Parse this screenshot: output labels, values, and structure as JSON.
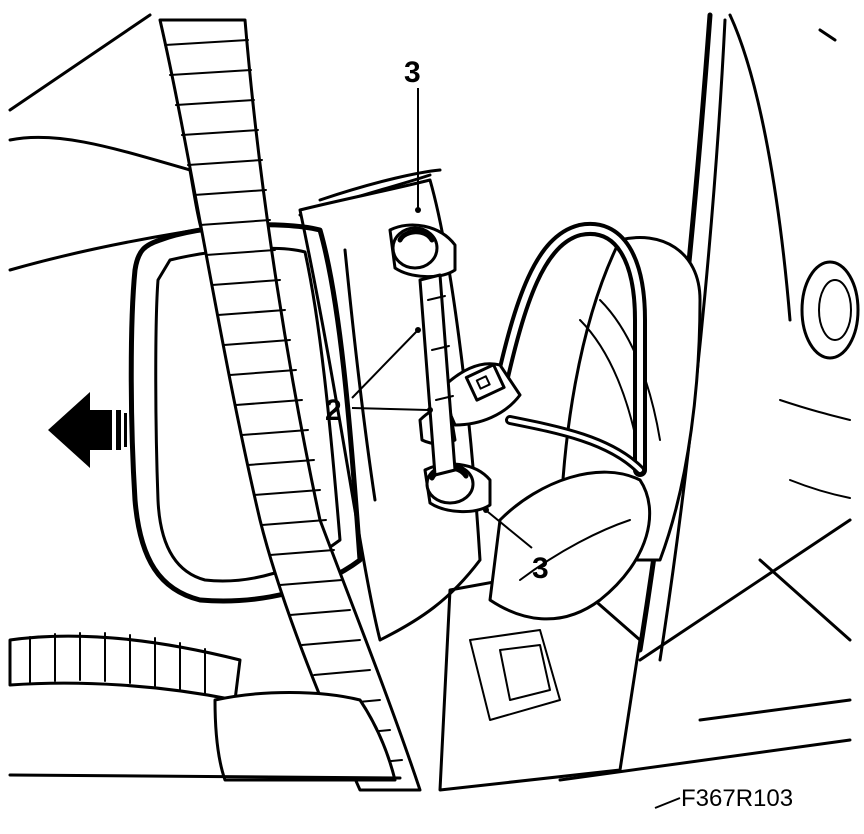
{
  "figure": {
    "reference": "F367R103",
    "callouts": {
      "top_bolt": "3",
      "connector": "2",
      "bottom_bolt": "3"
    }
  },
  "colors": {
    "ink": "#000000",
    "paper": "#ffffff"
  }
}
